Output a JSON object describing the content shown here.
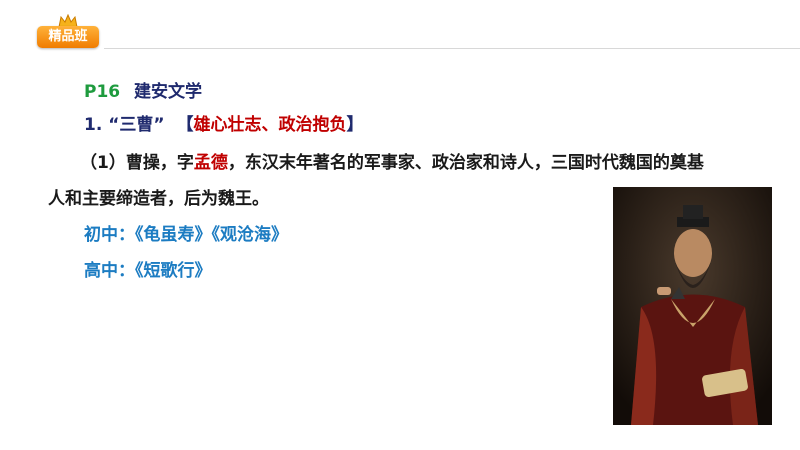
{
  "badge": {
    "label": "精品班"
  },
  "heading": {
    "page": "P16",
    "title": "建安文学"
  },
  "section": {
    "number": "1.",
    "name": "“三曹”",
    "bracket_open": "【",
    "keywords": "雄心壮志、政治抱负",
    "bracket_close": "】"
  },
  "paragraph": {
    "prefix": "（1）曹操，字",
    "courtesy_name": "孟德",
    "rest_line1": "，东汉末年著名的军事家、政治家和诗人，三国时代魏国的奠基",
    "line2": "人和主要缔造者，后为魏王。"
  },
  "junior_high": {
    "label": "初中：",
    "works": "《龟虽寿》《观沧海》"
  },
  "senior_high": {
    "label": "高中：",
    "works": "《短歌行》"
  },
  "colors": {
    "green": "#1e9b3e",
    "navy": "#1f2a6e",
    "red": "#c00000",
    "blue": "#1c7cc2",
    "badge": "#f39a1c"
  }
}
